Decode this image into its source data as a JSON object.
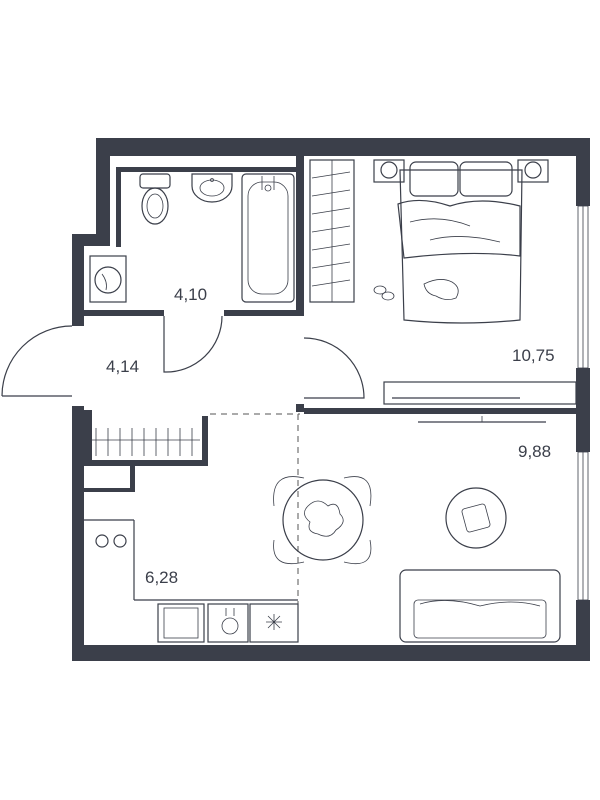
{
  "rooms": [
    {
      "id": "bathroom",
      "area": "4,10"
    },
    {
      "id": "hallway",
      "area": "4,14"
    },
    {
      "id": "bedroom",
      "area": "10,75"
    },
    {
      "id": "living",
      "area": "9,88"
    },
    {
      "id": "kitchen",
      "area": "6,28"
    }
  ],
  "colors": {
    "wall": "#3b3f4a",
    "background": "#ffffff"
  }
}
